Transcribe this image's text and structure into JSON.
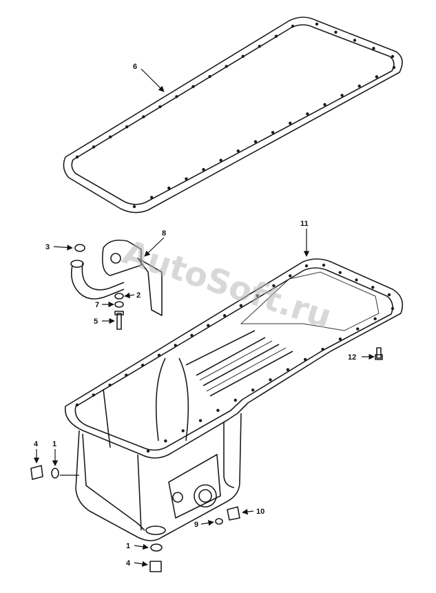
{
  "diagram": {
    "watermark": "AutoSoft.ru",
    "callouts": {
      "gasket": "6",
      "tube_bracket": "8",
      "oil_pan": "11",
      "oring_top": "3",
      "washer_top": "7",
      "bolt_tube": "5",
      "gasket_tube": "2",
      "bolt_right": "12",
      "plug_left": "4",
      "oring_left": "1",
      "plug_side": "10",
      "small_plug": "9",
      "oring_bottom": "1",
      "plug_bottom": "4"
    }
  }
}
